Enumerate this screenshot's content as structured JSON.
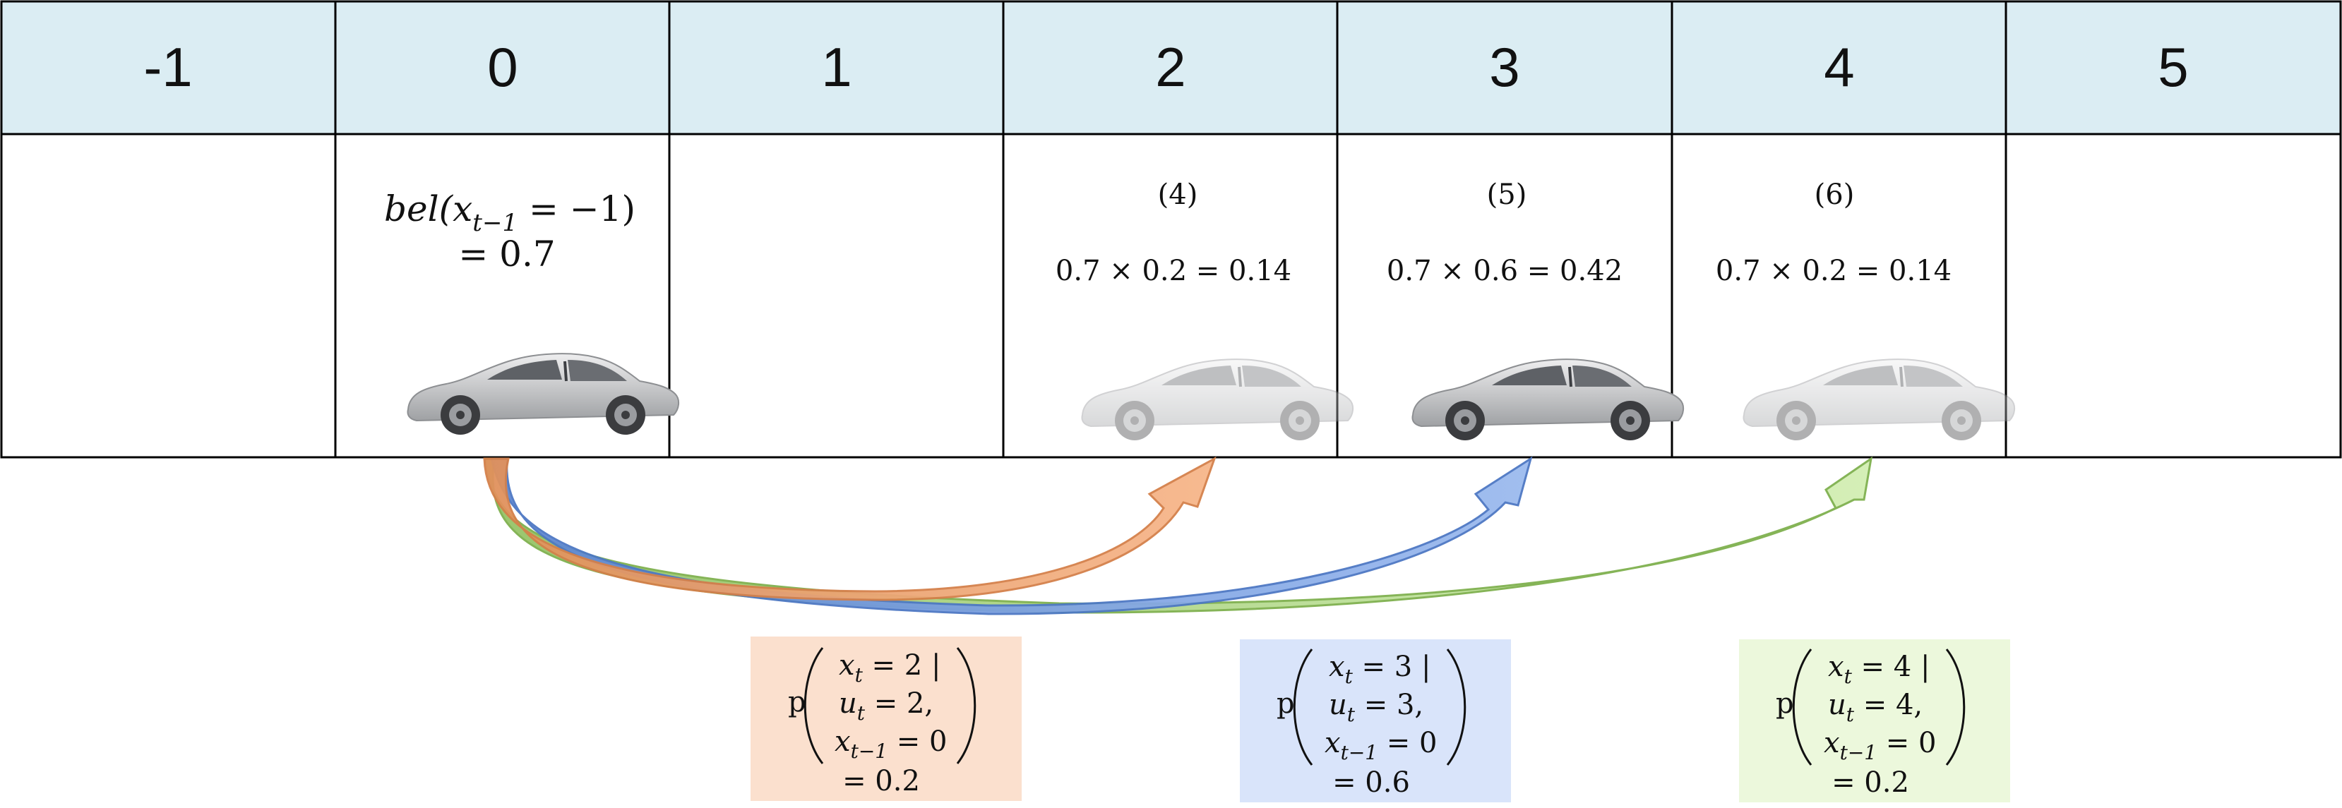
{
  "header": {
    "cells": [
      "-1",
      "0",
      "1",
      "2",
      "3",
      "4",
      "5"
    ]
  },
  "belief": {
    "expr_left": "bel(x",
    "expr_sub": "t−1",
    "expr_right": " = −1)",
    "value": "= 0.7"
  },
  "cells": {
    "col2": {
      "index": "(4)",
      "product": "0.7  × 0.2 = 0.14"
    },
    "col3": {
      "index": "(5)",
      "product": "0.7  × 0.6 = 0.42"
    },
    "col4": {
      "index": "(6)",
      "product": "0.7  × 0.2 = 0.14"
    }
  },
  "boxes": [
    {
      "p": "p",
      "line1": "x",
      "line1_sub": "t",
      "line1_rest": " = 2 |",
      "line2": "u",
      "line2_sub": "t",
      "line2_rest": " = 2,",
      "line3": "x",
      "line3_sub": "t−1",
      "line3_rest": " = 0",
      "result": "= 0.2",
      "color": "#fbe0ce"
    },
    {
      "p": "p",
      "line1": "x",
      "line1_sub": "t",
      "line1_rest": " = 3 |",
      "line2": "u",
      "line2_sub": "t",
      "line2_rest": " = 3,",
      "line3": "x",
      "line3_sub": "t−1",
      "line3_rest": " = 0",
      "result": "= 0.6",
      "color": "#d9e4fa"
    },
    {
      "p": "p",
      "line1": "x",
      "line1_sub": "t",
      "line1_rest": " = 4 |",
      "line2": "u",
      "line2_sub": "t",
      "line2_rest": " = 4,",
      "line3": "x",
      "line3_sub": "t−1",
      "line3_rest": " = 0",
      "result": "= 0.2",
      "color": "#ecf8dc"
    }
  ],
  "colors": {
    "header_bg": "#dbedf3",
    "arrow_orange": "#f2a06a",
    "arrow_blue": "#6f98e0",
    "arrow_green": "#a8d47a",
    "car_body": "#c9cacc"
  }
}
